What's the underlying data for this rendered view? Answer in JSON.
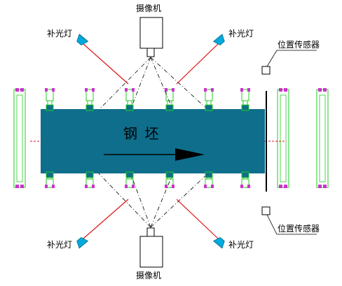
{
  "labels": {
    "camera_top": "摄像机",
    "camera_bottom": "摄像机",
    "light_top_left": "补光灯",
    "light_top_right": "补光灯",
    "light_bottom_left": "补光灯",
    "light_bottom_right": "补光灯",
    "sensor_top": "位置传感器",
    "sensor_bottom": "位置传感器",
    "billet": "钢 坯"
  },
  "colors": {
    "billet": "#0e6e8c",
    "roller": "#22cc22",
    "bolt": "#cc33cc",
    "beam": "#dd1111",
    "light": "#00aadd"
  },
  "icons": {
    "camera": "camera-icon",
    "light": "spotlight-icon",
    "sensor": "position-sensor-icon",
    "arrow": "direction-arrow-icon"
  }
}
